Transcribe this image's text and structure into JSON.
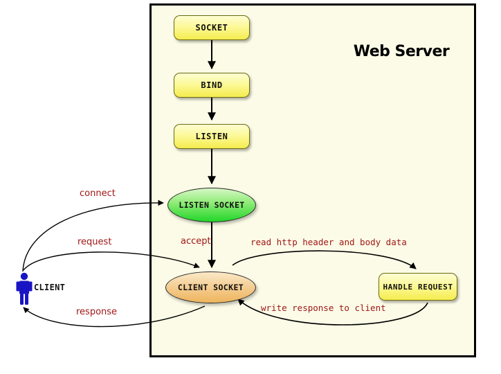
{
  "diagram": {
    "title": "Web Server",
    "panel_background": "#fbfbe7",
    "panel_border": "#000000"
  },
  "server_nodes": [
    {
      "id": "socket",
      "label": "SOCKET",
      "shape": "rounded-rect",
      "color": "#f5ec4e"
    },
    {
      "id": "bind",
      "label": "BIND",
      "shape": "rounded-rect",
      "color": "#f5ec4e"
    },
    {
      "id": "listen",
      "label": "LISTEN",
      "shape": "rounded-rect",
      "color": "#f5ec4e"
    },
    {
      "id": "listen_socket",
      "label": "LISTEN SOCKET",
      "shape": "ellipse",
      "color": "#22d629"
    },
    {
      "id": "client_socket",
      "label": "CLIENT SOCKET",
      "shape": "ellipse",
      "color": "#eeb45c"
    },
    {
      "id": "handle_request",
      "label": "HANDLE REQUEST",
      "shape": "rounded-rect",
      "color": "#f5ec4e"
    }
  ],
  "actor": {
    "label": "CLIENT",
    "color": "#1a15c4"
  },
  "edges": [
    {
      "id": "connect",
      "label": "connect",
      "from": "client",
      "to": "listen_socket",
      "color": "#a01717"
    },
    {
      "id": "request",
      "label": "request",
      "from": "client",
      "to": "client_socket",
      "color": "#a01717"
    },
    {
      "id": "response",
      "label": "response",
      "from": "client_socket",
      "to": "client",
      "color": "#a01717"
    },
    {
      "id": "accept",
      "label": "accept",
      "from": "listen_socket",
      "to": "client_socket",
      "color": "#a01717"
    },
    {
      "id": "read",
      "label": "read http header and body data",
      "from": "client_socket",
      "to": "handle_request",
      "color": "#a01717"
    },
    {
      "id": "write",
      "label": "write response to client",
      "from": "handle_request",
      "to": "client_socket",
      "color": "#a01717"
    }
  ]
}
